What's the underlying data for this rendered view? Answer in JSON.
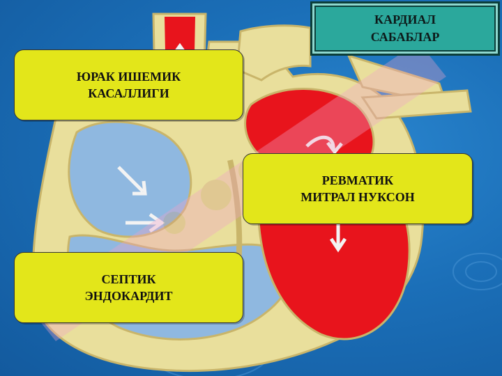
{
  "slide": {
    "title": "КАРДИАЛ\nСАБАБЛАР",
    "causes": [
      "ЮРАК ИШЕМИК\nКАСАЛЛИГИ",
      "РЕВМАТИК\nМИТРАЛ НУКСОН",
      "СЕПТИК\nЭНДОКАРДИТ"
    ]
  },
  "colors": {
    "background": "#1b6fb8",
    "callout_fill": "#e3e61a",
    "title_fill": "#2ba89c",
    "heart_red": "#e8141c",
    "heart_blue": "#8fb8e0",
    "heart_wall": "#e9df9c"
  },
  "icons": [
    "heart-anatomy-illustration",
    "watermark-logo"
  ]
}
